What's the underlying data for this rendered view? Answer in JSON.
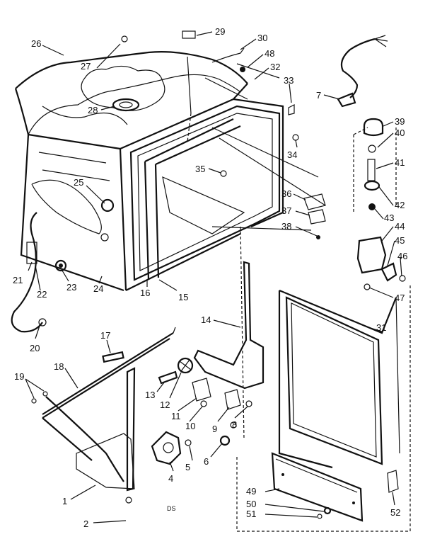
{
  "callouts": [
    {
      "id": "26",
      "text": "26"
    },
    {
      "id": "27",
      "text": "27"
    },
    {
      "id": "28",
      "text": "28"
    },
    {
      "id": "29",
      "text": "29"
    },
    {
      "id": "30",
      "text": "30"
    },
    {
      "id": "48",
      "text": "48"
    },
    {
      "id": "32",
      "text": "32"
    },
    {
      "id": "33",
      "text": "33"
    },
    {
      "id": "7",
      "text": "7"
    },
    {
      "id": "39",
      "text": "39"
    },
    {
      "id": "40",
      "text": "40"
    },
    {
      "id": "41",
      "text": "41"
    },
    {
      "id": "34",
      "text": "34"
    },
    {
      "id": "42",
      "text": "42"
    },
    {
      "id": "43",
      "text": "43"
    },
    {
      "id": "35",
      "text": "35"
    },
    {
      "id": "36",
      "text": "36"
    },
    {
      "id": "37",
      "text": "37"
    },
    {
      "id": "38",
      "text": "38"
    },
    {
      "id": "44",
      "text": "44"
    },
    {
      "id": "45",
      "text": "45"
    },
    {
      "id": "46",
      "text": "46"
    },
    {
      "id": "47",
      "text": "47"
    },
    {
      "id": "25",
      "text": "25"
    },
    {
      "id": "21",
      "text": "21"
    },
    {
      "id": "22",
      "text": "22"
    },
    {
      "id": "23",
      "text": "23"
    },
    {
      "id": "24",
      "text": "24"
    },
    {
      "id": "16",
      "text": "16"
    },
    {
      "id": "15",
      "text": "15"
    },
    {
      "id": "14",
      "text": "14"
    },
    {
      "id": "31",
      "text": "31"
    },
    {
      "id": "20",
      "text": "20"
    },
    {
      "id": "17",
      "text": "17"
    },
    {
      "id": "18",
      "text": "18"
    },
    {
      "id": "19",
      "text": "19"
    },
    {
      "id": "13",
      "text": "13"
    },
    {
      "id": "12",
      "text": "12"
    },
    {
      "id": "11",
      "text": "11"
    },
    {
      "id": "10",
      "text": "10"
    },
    {
      "id": "9",
      "text": "9"
    },
    {
      "id": "8",
      "text": "8"
    },
    {
      "id": "5",
      "text": "5"
    },
    {
      "id": "6",
      "text": "6"
    },
    {
      "id": "4",
      "text": "4"
    },
    {
      "id": "1",
      "text": "1"
    },
    {
      "id": "2",
      "text": "2"
    },
    {
      "id": "49",
      "text": "49"
    },
    {
      "id": "50",
      "text": "50"
    },
    {
      "id": "51",
      "text": "51"
    },
    {
      "id": "52",
      "text": "52"
    }
  ],
  "footer_code": "DS"
}
